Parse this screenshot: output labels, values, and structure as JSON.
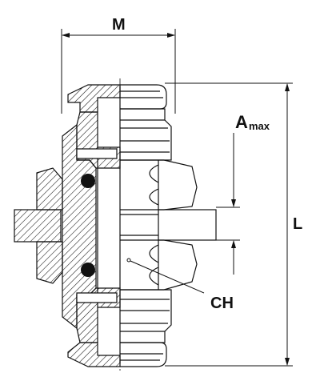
{
  "dimensions": {
    "m_label": "M",
    "l_label": "L",
    "a_label": "A",
    "a_subscript": "max",
    "ch_label": "CH"
  },
  "colors": {
    "line": "#111111",
    "hatch": "#111111",
    "background": "#ffffff"
  }
}
